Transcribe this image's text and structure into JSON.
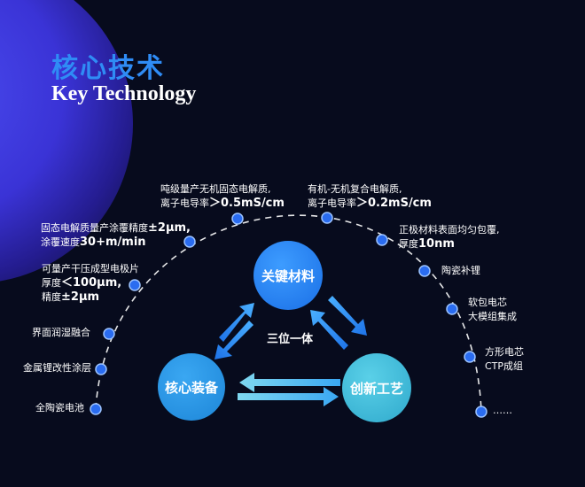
{
  "header": {
    "title_cn": "核心技术",
    "title_en": "Key Technology"
  },
  "diagram": {
    "nodes": {
      "materials": "关键材料",
      "equipment": "核心装备",
      "process": "创新工艺"
    },
    "center_label": "三位一体",
    "arc_labels": {
      "solid_battery": "全陶瓷电池",
      "metal_lithium": "金属锂改性涂层",
      "interface_wetting": "界面润湿融合",
      "dry_electrode_l1": "可量产干压成型电极片",
      "dry_electrode_l2_prefix": "厚度",
      "dry_electrode_l2_big": "＜100μm,",
      "dry_electrode_l3_prefix": "精度",
      "dry_electrode_l3_big": "±2μm",
      "coating_l1_prefix": "固态电解质量产涂覆精度",
      "coating_l1_big": "±2μm,",
      "coating_l2_prefix": "涂覆速度",
      "coating_l2_big": "30+m/min",
      "inorganic_l1": "吨级量产无机固态电解质,",
      "inorganic_l2_prefix": "离子电导率",
      "inorganic_l2_big": "＞0.5mS/cm",
      "hybrid_l1": "有机-无机复合电解质,",
      "hybrid_l2_prefix": "离子电导率",
      "hybrid_l2_big": "＞0.2mS/cm",
      "cathode_coating_l1": "正极材料表面均匀包覆,",
      "cathode_coating_l2_prefix": "厚度",
      "cathode_coating_l2_big": "10nm",
      "ceramic_lithium": "陶瓷补锂",
      "pouch_l1": "软包电芯",
      "pouch_l2": "大模组集成",
      "prismatic_l1": "方形电芯",
      "prismatic_l2": "CTP成组",
      "ellipsis": "……"
    }
  },
  "colors": {
    "background": "#070b1d",
    "accent_blue": "#2f8cf5",
    "dot_blue": "#2a6cf0"
  }
}
